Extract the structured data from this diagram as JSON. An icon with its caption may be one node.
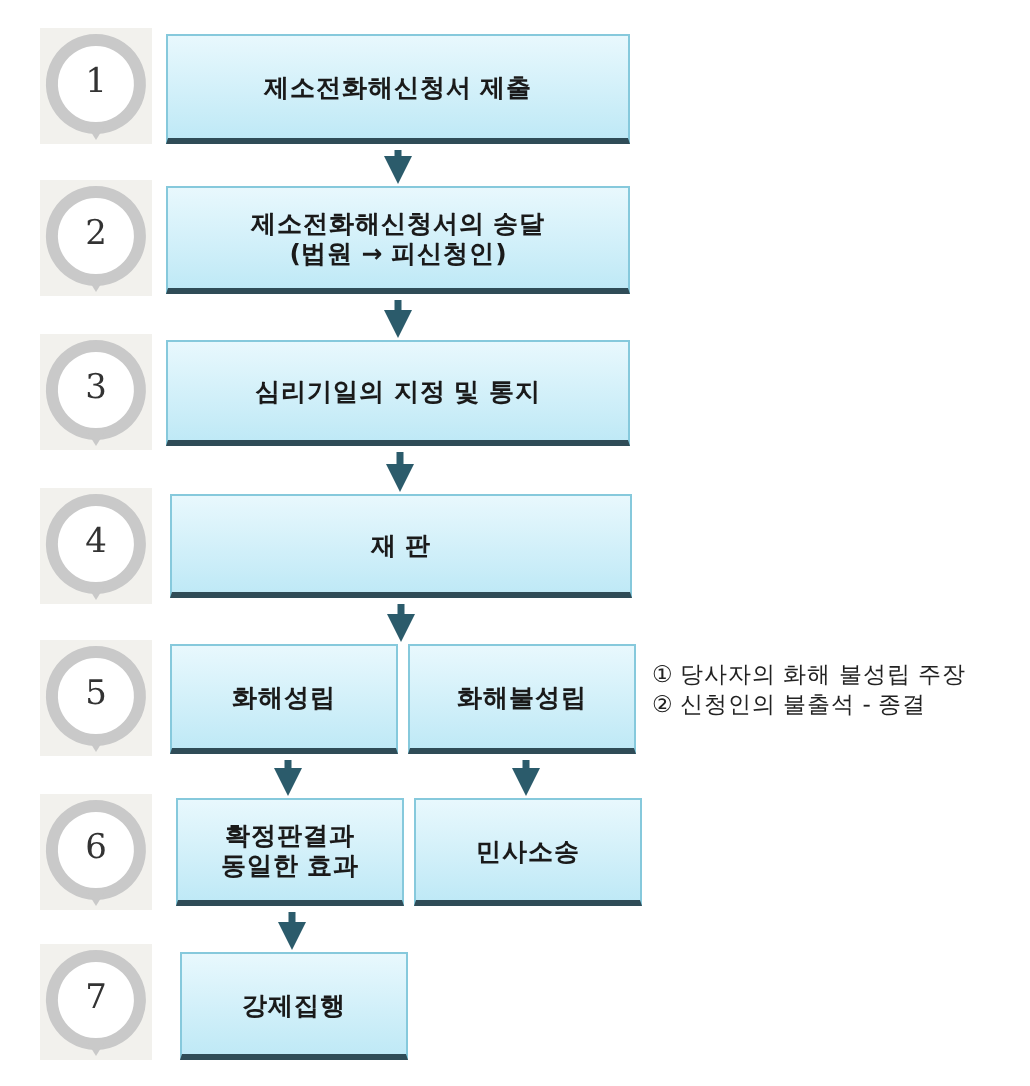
{
  "diagram": {
    "nodes": [
      {
        "text": [
          "1"
        ]
      },
      {
        "text": [
          "제소전화해신청서 제출"
        ]
      },
      {
        "text": [
          "2"
        ]
      },
      {
        "text": [
          "제소전화해신청서의 송달 (법원 → 피신청인)"
        ]
      },
      {
        "text": [
          "3"
        ]
      },
      {
        "text": [
          "심리기일의 지정 및 통지"
        ]
      },
      {
        "text": [
          "4"
        ]
      },
      {
        "text": [
          "재 판"
        ]
      },
      {
        "text": [
          "5"
        ]
      },
      {
        "text": [
          "화해성립"
        ]
      },
      {
        "text": [
          "화해불성립"
        ],
        "beside": [
          "① 당사자의 화해 불성립 주장",
          "② 신청인의 불출석 - 종결"
        ]
      },
      {
        "text": [
          "6"
        ]
      },
      {
        "text": [
          "확정판결과 동일한 효과"
        ]
      },
      {
        "text": [
          "민사소송"
        ]
      },
      {
        "text": [
          "7"
        ]
      },
      {
        "text": [
          "강제집행"
        ]
      }
    ],
    "edges": [
      {
        "from": 1,
        "to": 3,
        "arrow": "to"
      },
      {
        "from": 3,
        "to": 5,
        "arrow": "to"
      },
      {
        "from": 5,
        "to": 7,
        "arrow": "to"
      },
      {
        "from": 7,
        "to": 9,
        "arrow": "to"
      },
      {
        "from": 7,
        "to": 10,
        "arrow": "to"
      },
      {
        "from": 9,
        "to": 12,
        "arrow": "to"
      },
      {
        "from": 10,
        "to": 13,
        "arrow": "to"
      },
      {
        "from": 12,
        "to": 15,
        "arrow": "to"
      }
    ]
  }
}
